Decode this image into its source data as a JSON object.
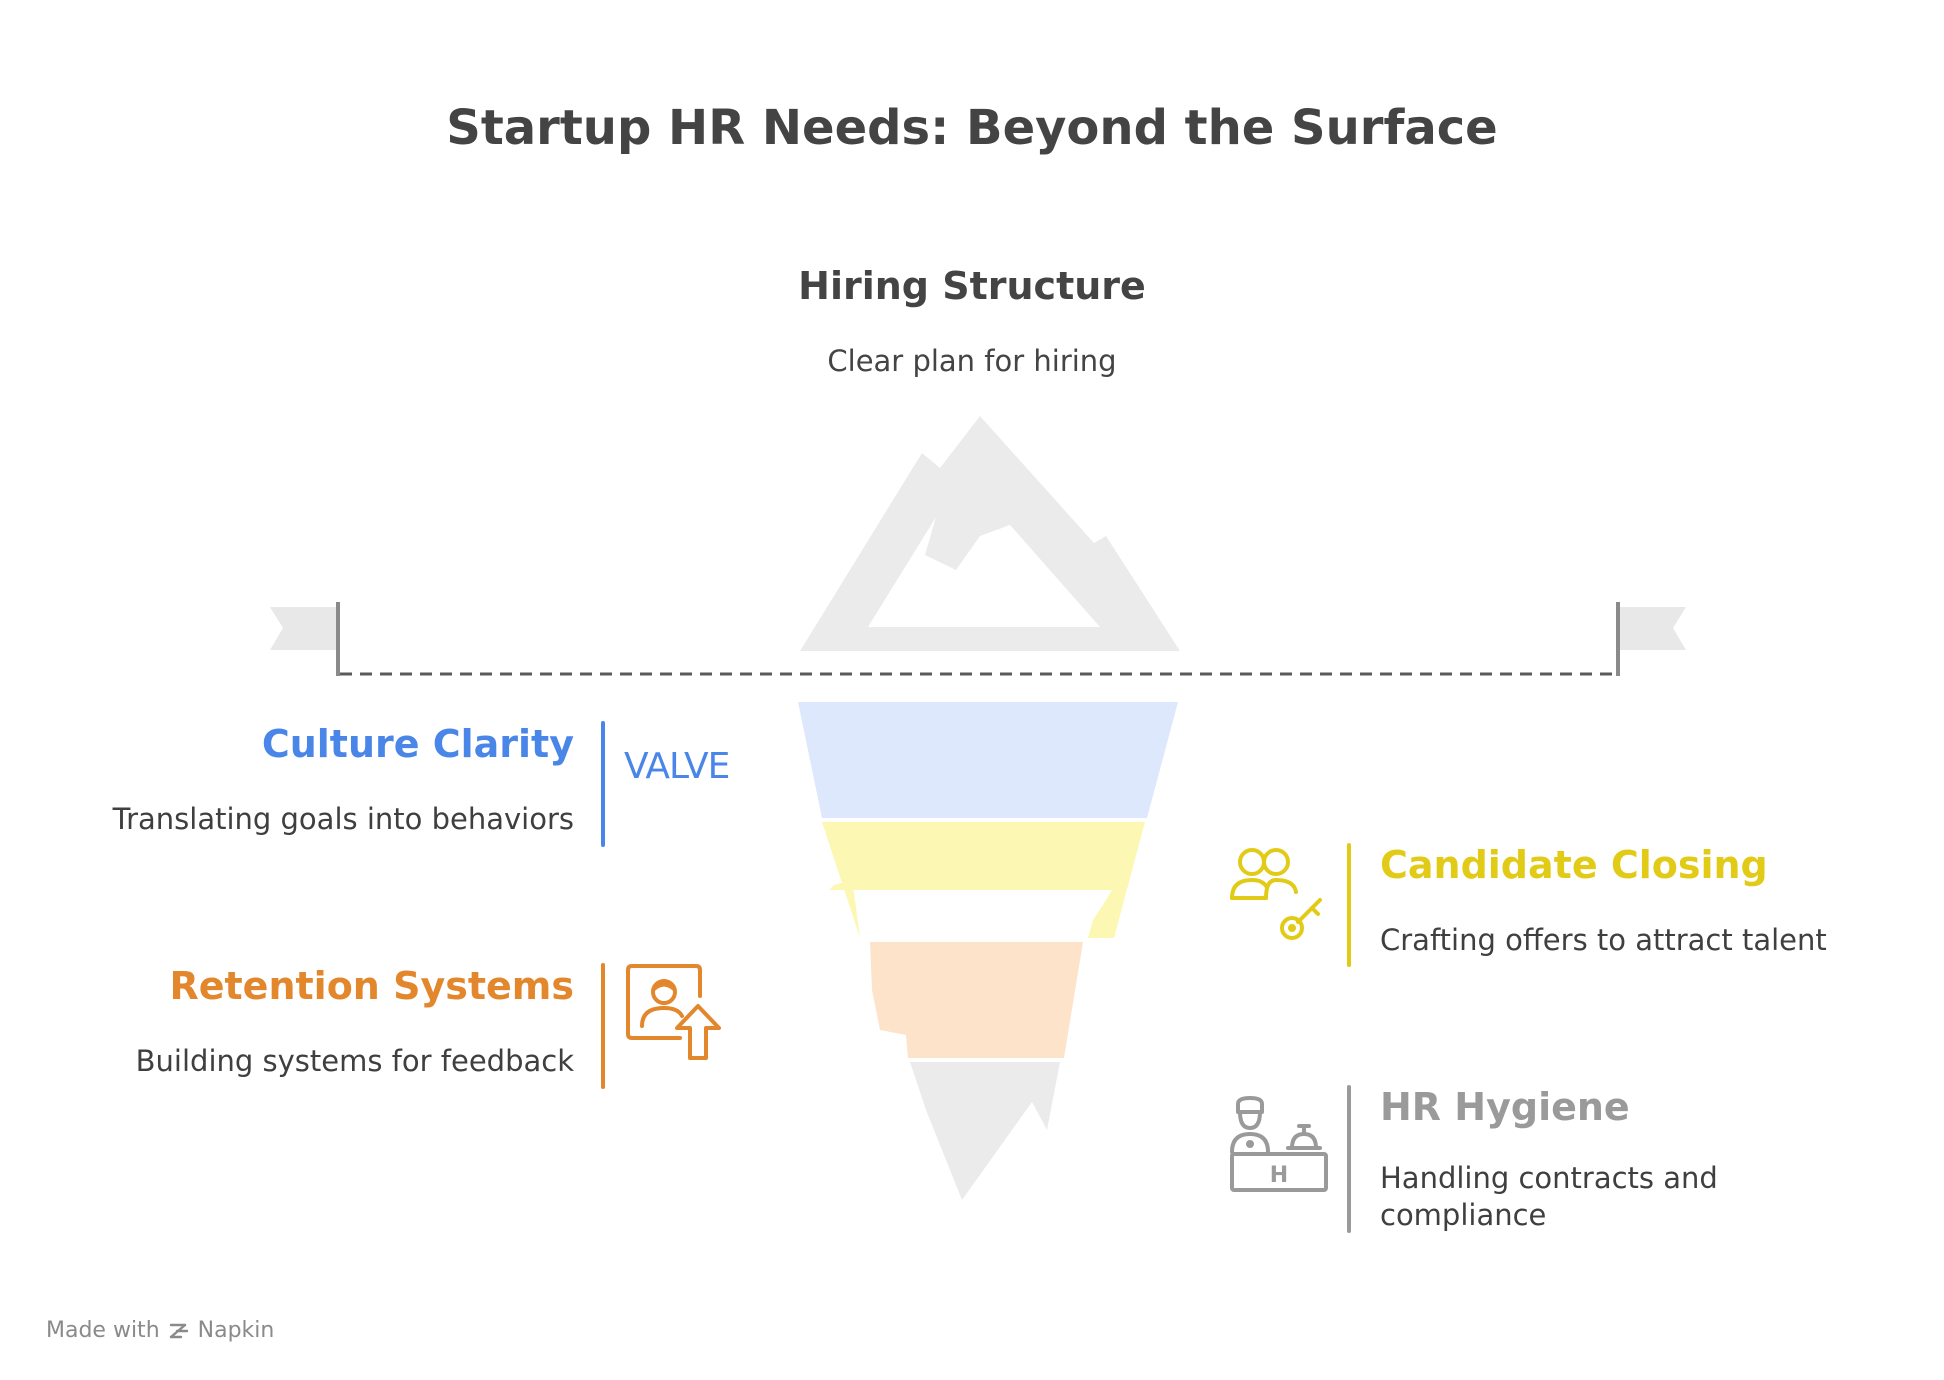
{
  "title": "Startup HR Needs: Beyond the Surface",
  "top": {
    "heading": "Hiring Structure",
    "description": "Clear plan for hiring"
  },
  "layers": [
    {
      "id": "culture",
      "title": "Culture Clarity",
      "description": "Translating goals into behaviors",
      "icon": "values-text-icon",
      "icon_text": "VALVE",
      "color": "#4a86e8",
      "fill": "#dde8fd"
    },
    {
      "id": "candidate",
      "title": "Candidate Closing",
      "description": "Crafting offers to attract talent",
      "icon": "people-key-icon",
      "color": "#e2cb17",
      "fill": "#fdf7b4"
    },
    {
      "id": "retention",
      "title": "Retention Systems",
      "description": "Building systems for feedback",
      "icon": "person-up-arrow-icon",
      "color": "#e3872d",
      "fill": "#fde3ca"
    },
    {
      "id": "hygiene",
      "title": "HR Hygiene",
      "description": "Handling contracts and compliance",
      "icon": "reception-desk-icon",
      "icon_text": "H",
      "color": "#9a9a9a",
      "fill": "#ebebeb"
    }
  ],
  "footer": {
    "made_with": "Made with",
    "brand": "Napkin"
  }
}
